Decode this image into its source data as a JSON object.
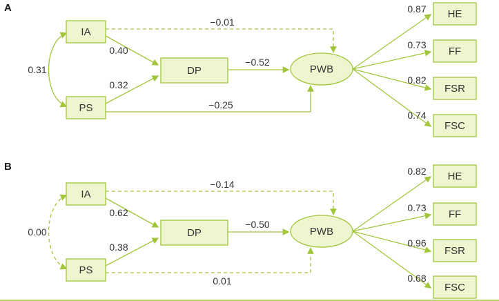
{
  "colors": {
    "node_fill": "#eef5cf",
    "node_border": "#a2c63b",
    "arrow": "#a2c63b",
    "text": "#333333"
  },
  "panels": {
    "a": {
      "label": "A",
      "nodes": {
        "ia": "IA",
        "ps": "PS",
        "dp": "DP",
        "pwb": "PWB",
        "he": "HE",
        "ff": "FF",
        "fsr": "FSR",
        "fsc": "FSC"
      },
      "edges": {
        "ia_ps": {
          "value": "0.31",
          "style": "solid"
        },
        "ia_dp": {
          "value": "0.40",
          "style": "solid"
        },
        "ps_dp": {
          "value": "0.32",
          "style": "solid"
        },
        "ia_pwb": {
          "value": "−0.01",
          "style": "dashed"
        },
        "ps_pwb": {
          "value": "−0.25",
          "style": "solid"
        },
        "dp_pwb": {
          "value": "−0.52",
          "style": "solid"
        },
        "pwb_he": {
          "value": "0.87",
          "style": "solid"
        },
        "pwb_ff": {
          "value": "0.73",
          "style": "solid"
        },
        "pwb_fsr": {
          "value": "0.82",
          "style": "solid"
        },
        "pwb_fsc": {
          "value": "0.74",
          "style": "solid"
        }
      }
    },
    "b": {
      "label": "B",
      "nodes": {
        "ia": "IA",
        "ps": "PS",
        "dp": "DP",
        "pwb": "PWB",
        "he": "HE",
        "ff": "FF",
        "fsr": "FSR",
        "fsc": "FSC"
      },
      "edges": {
        "ia_ps": {
          "value": "0.00",
          "style": "dashed"
        },
        "ia_dp": {
          "value": "0.62",
          "style": "solid"
        },
        "ps_dp": {
          "value": "0.38",
          "style": "solid"
        },
        "ia_pwb": {
          "value": "−0.14",
          "style": "dashed"
        },
        "ps_pwb": {
          "value": "0.01",
          "style": "dashed"
        },
        "dp_pwb": {
          "value": "−0.50",
          "style": "solid"
        },
        "pwb_he": {
          "value": "0.82",
          "style": "solid"
        },
        "pwb_ff": {
          "value": "0.73",
          "style": "solid"
        },
        "pwb_fsr": {
          "value": "0.96",
          "style": "solid"
        },
        "pwb_fsc": {
          "value": "0.68",
          "style": "solid"
        }
      }
    }
  }
}
